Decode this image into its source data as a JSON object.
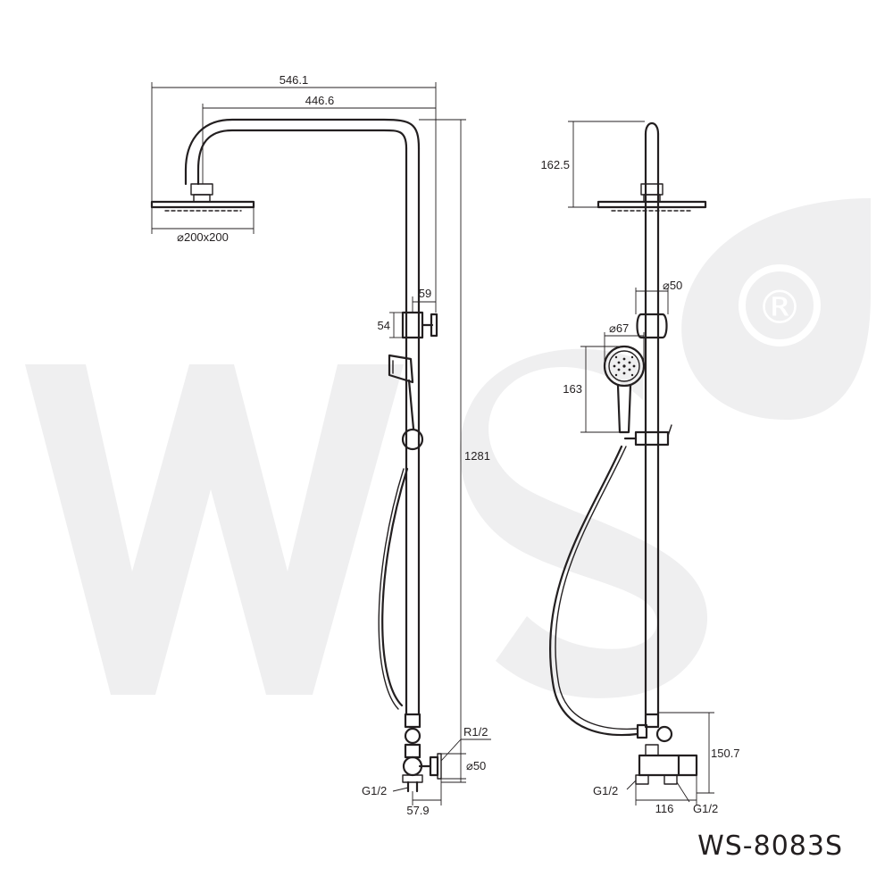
{
  "model": "WS-8083S",
  "watermark": {
    "text": "WS",
    "registered_mark": "®",
    "color": "#efeff0"
  },
  "dimensions": {
    "arm_total": "546.1",
    "arm_reach": "446.6",
    "head_size": "⌀200x200",
    "holder_depth": "59",
    "holder_height": "54",
    "total_height": "1281",
    "inlet_thread_top": "R1/2",
    "flange_dia": "⌀50",
    "outlet_thread_left": "G1/2",
    "mixer_offset": "57.9",
    "head_drop": "162.5",
    "slider_dia": "⌀50",
    "hand_head_dia": "⌀67",
    "hand_length": "163",
    "mixer_height": "150.7",
    "mixer_inlet_left": "G1/2",
    "mixer_width": "116",
    "mixer_inlet_right": "G1/2"
  }
}
